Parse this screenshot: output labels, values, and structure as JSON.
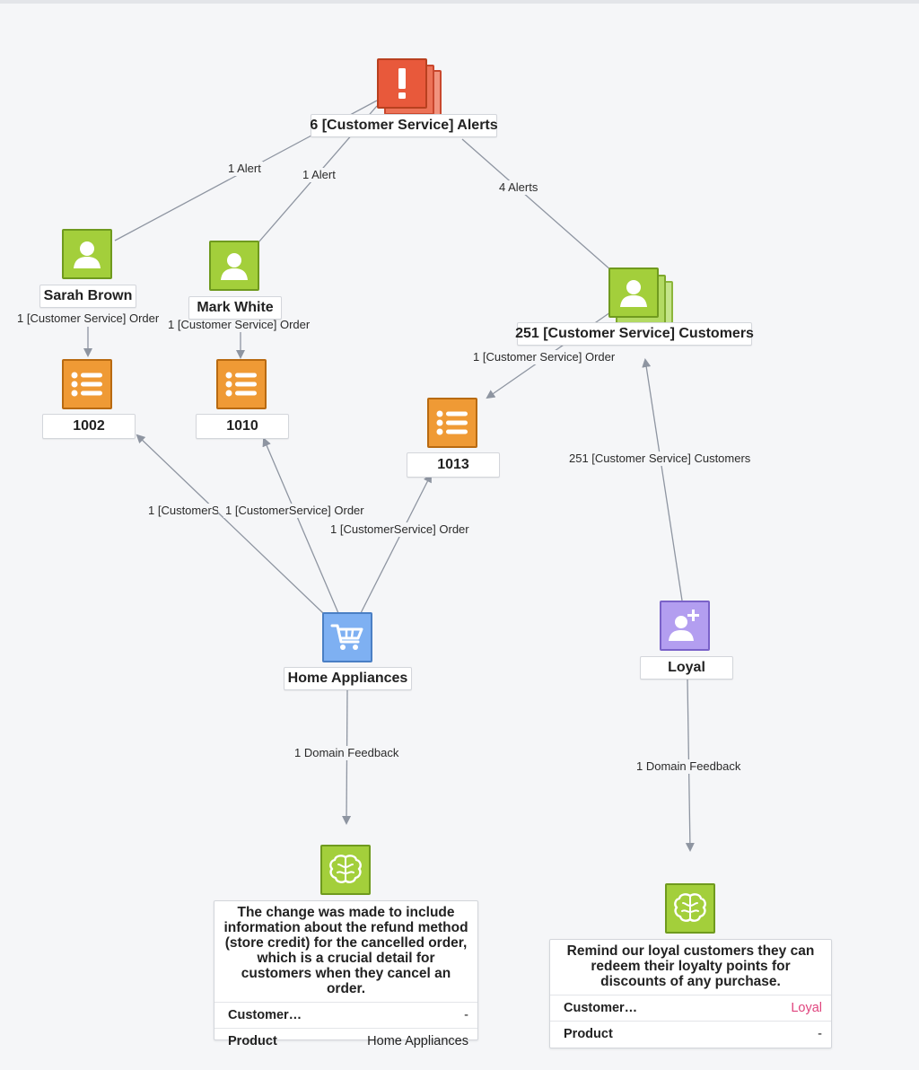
{
  "nodes": {
    "alerts": {
      "label": "6 [Customer Service] Alerts",
      "icon": "alert-icon",
      "color": "#e8593b"
    },
    "sarah": {
      "label": "Sarah Brown",
      "icon": "person-icon",
      "color": "#a3cf3b"
    },
    "mark": {
      "label": "Mark White",
      "icon": "person-icon",
      "color": "#a3cf3b"
    },
    "customers": {
      "label": "251 [Customer Service] Customers",
      "icon": "person-icon",
      "color": "#a3cf3b"
    },
    "order1002": {
      "label": "1002",
      "icon": "list-icon",
      "color": "#ef9a35"
    },
    "order1010": {
      "label": "1010",
      "icon": "list-icon",
      "color": "#ef9a35"
    },
    "order1013": {
      "label": "1013",
      "icon": "list-icon",
      "color": "#ef9a35"
    },
    "home": {
      "label": "Home Appliances",
      "icon": "shopping-cart-icon",
      "color": "#7eb0f2"
    },
    "loyal": {
      "label": "Loyal",
      "icon": "person-add-icon",
      "color": "#b39ef0"
    },
    "feedback1": {
      "icon": "brain-icon",
      "color": "#a3cf3b",
      "text": "The change was made to include information about the refund method (store credit) for the cancelled order, which is a crucial detail for customers when they cancel an order.",
      "rows": [
        {
          "key": "Customer…",
          "value": "-"
        },
        {
          "key": "Product",
          "value": "Home Appliances"
        }
      ]
    },
    "feedback2": {
      "icon": "brain-icon",
      "color": "#a3cf3b",
      "text": "Remind our loyal customers they can redeem their loyalty points for discounts of any purchase.",
      "rows": [
        {
          "key": "Customer…",
          "value": "Loyal"
        },
        {
          "key": "Product",
          "value": "-"
        }
      ]
    }
  },
  "edges": {
    "sarah_alert": "1 Alert",
    "mark_alert": "1 Alert",
    "customers_alerts": "4 Alerts",
    "sarah_order": "1 [Customer Service] Order",
    "mark_order": "1 [Customer Service] Order",
    "customers_order": "1 [Customer Service] Order",
    "home_1002": "1 [CustomerS",
    "home_1010": "1 [CustomerService] Order",
    "home_1013": "1 [CustomerService] Order",
    "loyal_customers": "251 [Customer Service] Customers",
    "home_feedback": "1 Domain Feedback",
    "loyal_feedback": "1 Domain Feedback"
  },
  "colors": {
    "edge": "#8e95a1",
    "accent_pink": "#e0447e"
  }
}
